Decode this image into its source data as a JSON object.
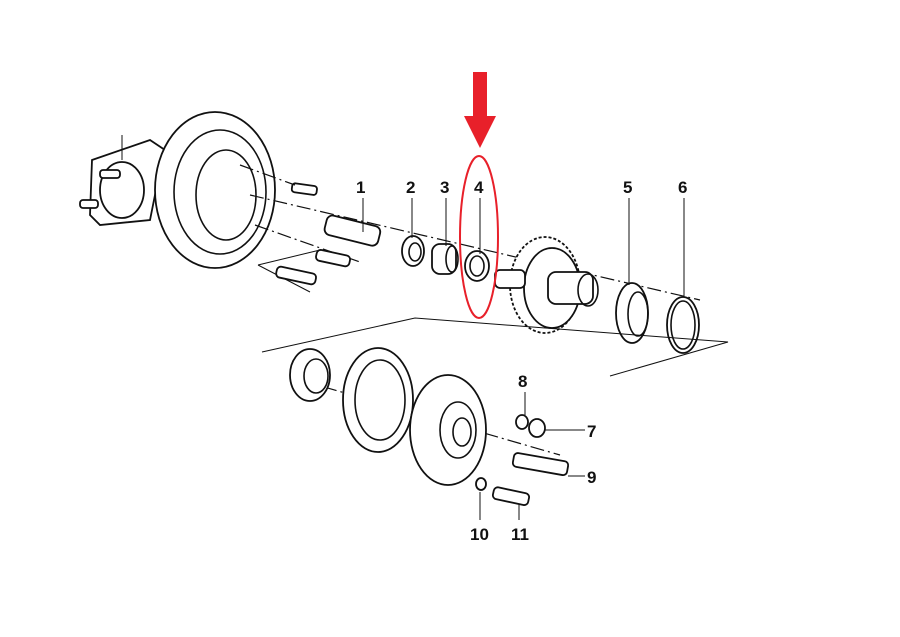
{
  "diagram": {
    "title": "Exploded parts diagram - final drive / differential",
    "highlight_color": "#e8202a",
    "highlighted_part": "4",
    "callouts": [
      "1",
      "2",
      "3",
      "4",
      "5",
      "6",
      "7",
      "8",
      "9",
      "10",
      "11"
    ]
  }
}
